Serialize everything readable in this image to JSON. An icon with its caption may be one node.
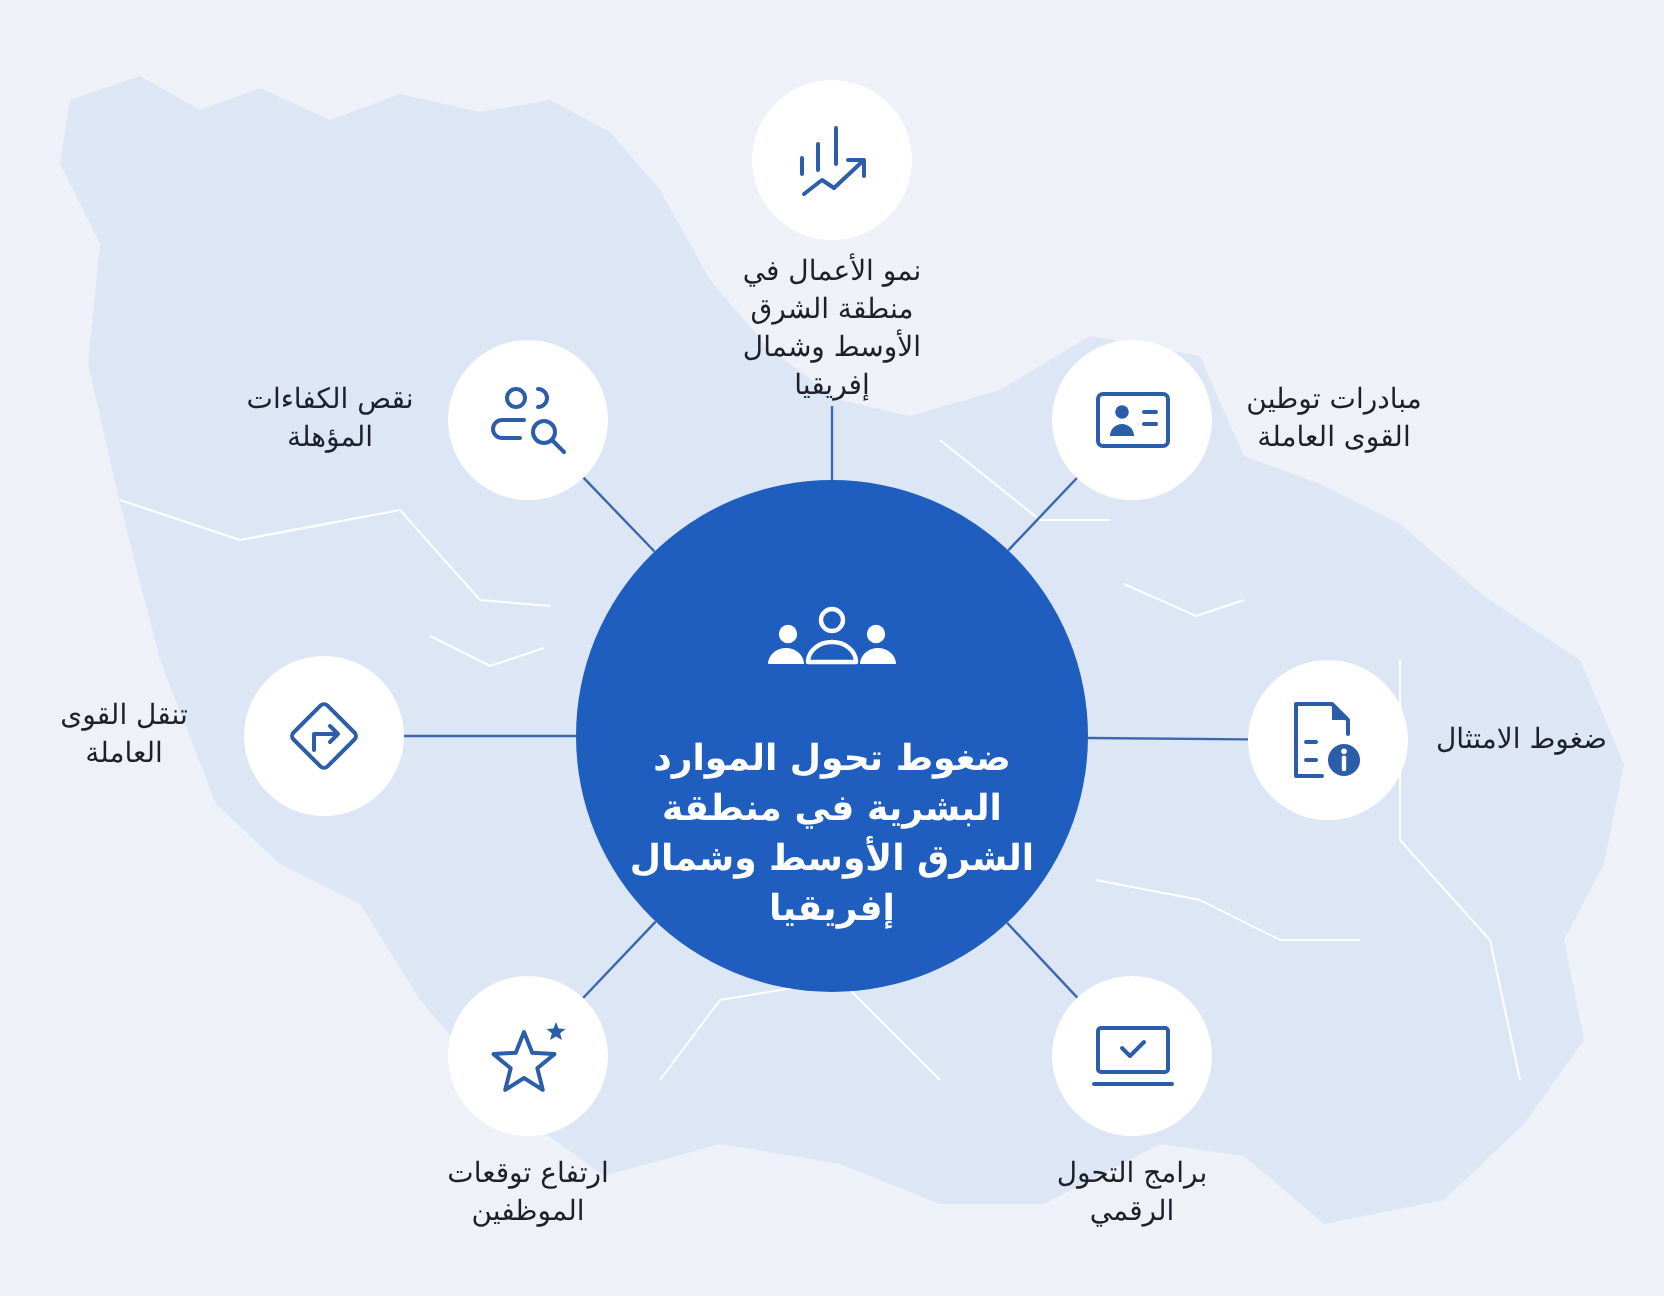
{
  "diagram": {
    "nodes": [
      {
        "text": [
          "ضغوط تحول الموارد البشرية في منطقة الشرق الأوسط وشمال إفريقيا"
        ]
      },
      {
        "text": [
          "نمو الأعمال في منطقة الشرق الأوسط وشمال إفريقيا"
        ]
      },
      {
        "text": [
          "مبادرات توطين القوى العاملة"
        ]
      },
      {
        "text": [
          "ضغوط الامتثال"
        ]
      },
      {
        "text": [
          "برامج التحول الرقمي"
        ]
      },
      {
        "text": [
          "ارتفاع توقعات الموظفين"
        ]
      },
      {
        "text": [
          "تنقل القوى العاملة"
        ]
      },
      {
        "text": [
          "نقص الكفاءات المؤهلة"
        ]
      }
    ],
    "edges": [
      {
        "from": 0,
        "to": 1,
        "arrow": "none"
      },
      {
        "from": 0,
        "to": 2,
        "arrow": "none"
      },
      {
        "from": 0,
        "to": 3,
        "arrow": "none"
      },
      {
        "from": 0,
        "to": 4,
        "arrow": "none"
      },
      {
        "from": 0,
        "to": 5,
        "arrow": "none"
      },
      {
        "from": 0,
        "to": 6,
        "arrow": "none"
      },
      {
        "from": 0,
        "to": 7,
        "arrow": "none"
      }
    ]
  }
}
